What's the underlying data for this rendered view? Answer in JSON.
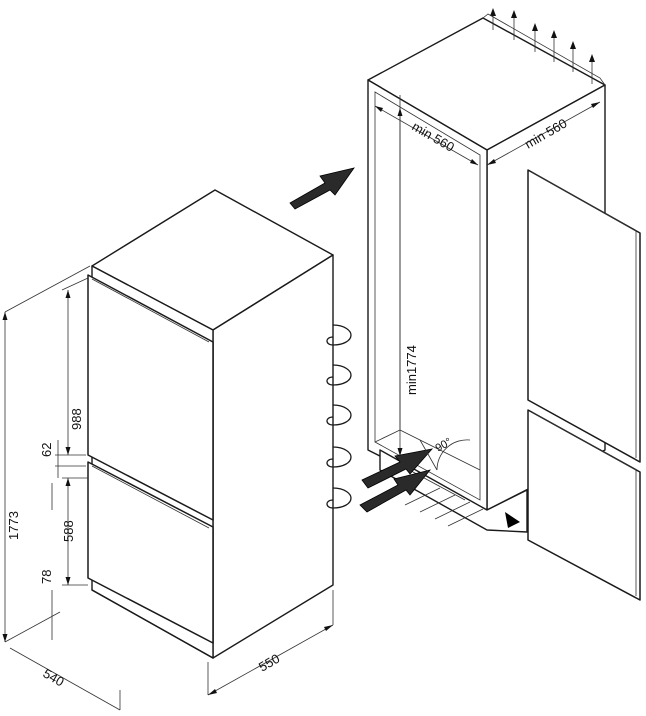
{
  "dimensions": {
    "height_total": "1773",
    "door_upper_height": "988",
    "gap_upper": "62",
    "door_lower_height": "588",
    "gap_lower": "78",
    "depth": "540",
    "width": "550",
    "niche_width": "min 560",
    "niche_depth": "min 560",
    "niche_height": "min1774",
    "hinge_angle": "90°"
  },
  "colors": {
    "line": "#1a1a1a",
    "arrow": "#2a2a2a",
    "background": "#ffffff"
  }
}
